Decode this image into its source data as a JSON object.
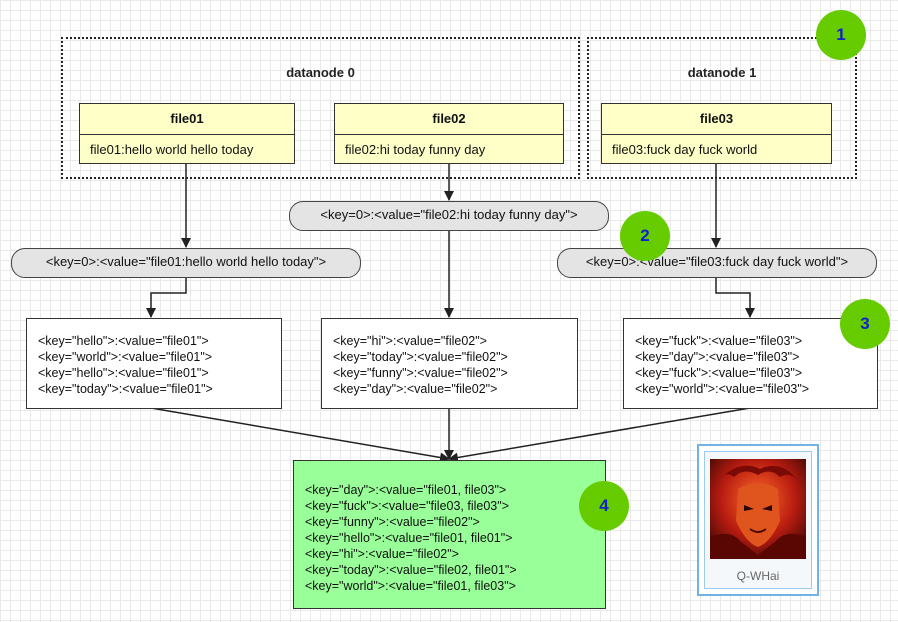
{
  "datanodes": [
    {
      "label": "datanode 0"
    },
    {
      "label": "datanode 1"
    }
  ],
  "files": [
    {
      "title": "file01",
      "content": "file01:hello world hello today"
    },
    {
      "title": "file02",
      "content": "file02:hi today funny day"
    },
    {
      "title": "file03",
      "content": "file03:fuck day fuck world"
    }
  ],
  "pairs": [
    "<key=0>:<value=\"file01:hello world hello today\">",
    "<key=0>:<value=\"file02:hi today funny day\">",
    "<key=0>:<value=\"file03:fuck day fuck world\">"
  ],
  "maps": [
    [
      "<key=\"hello\">:<value=\"file01\">",
      "<key=\"world\">:<value=\"file01\">",
      "<key=\"hello\">:<value=\"file01\">",
      "<key=\"today\">:<value=\"file01\">"
    ],
    [
      "<key=\"hi\">:<value=\"file02\">",
      "<key=\"today\">:<value=\"file02\">",
      "<key=\"funny\">:<value=\"file02\">",
      "<key=\"day\">:<value=\"file02\">"
    ],
    [
      "<key=\"fuck\">:<value=\"file03\">",
      "<key=\"day\">:<value=\"file03\">",
      "<key=\"fuck\">:<value=\"file03\">",
      "<key=\"world\">:<value=\"file03\">"
    ]
  ],
  "result": [
    "<key=\"day\">:<value=\"file01, file03\">",
    "<key=\"fuck\">:<value=\"file03, file03\">",
    "<key=\"funny\">:<value=\"file02\">",
    "<key=\"hello\">:<value=\"file01, file01\">",
    "<key=\"hi\">:<value=\"file02\">",
    "<key=\"today\">:<value=\"file02, file01\">",
    "<key=\"world\">:<value=\"file01, file03\">"
  ],
  "badges": [
    "1",
    "2",
    "3",
    "4"
  ],
  "avatar": {
    "caption": "Q-WHai"
  },
  "colors": {
    "file_fill": "#ffffc8",
    "pill_fill": "#e4e4e4",
    "result_fill": "#99ff99",
    "badge_fill": "#66cc00",
    "badge_text": "#1122cc",
    "avatar_border": "#6fb3e8"
  }
}
